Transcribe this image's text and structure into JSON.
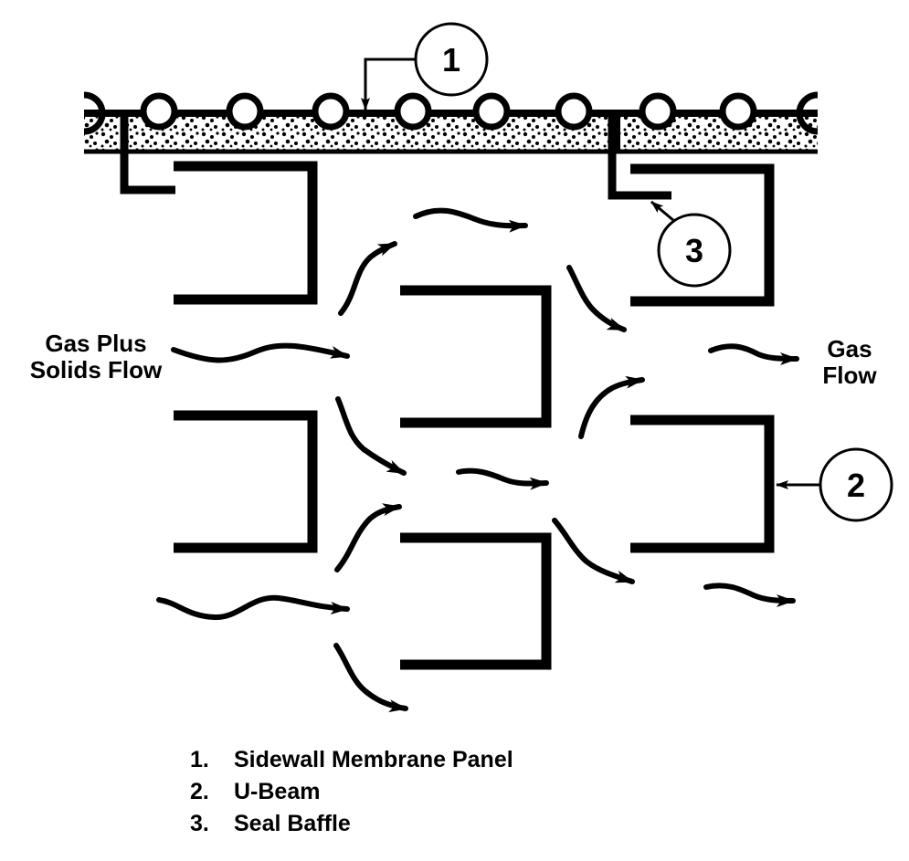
{
  "diagram": {
    "title": "Sidewall membrane panel with U-beam particle separator and seal baffle",
    "labels": {
      "inlet": [
        "Gas Plus",
        "Solids Flow"
      ],
      "outlet": [
        "Gas",
        "Flow"
      ]
    },
    "callouts": [
      {
        "number": "1",
        "target": "sidewall-membrane-panel"
      },
      {
        "number": "2",
        "target": "u-beam"
      },
      {
        "number": "3",
        "target": "seal-baffle"
      }
    ],
    "legend": [
      {
        "number": "1.",
        "text": "Sidewall Membrane Panel"
      },
      {
        "number": "2.",
        "text": "U-Beam"
      },
      {
        "number": "3.",
        "text": "Seal Baffle"
      }
    ],
    "colors": {
      "ink": "#000000",
      "background": "#ffffff"
    }
  }
}
